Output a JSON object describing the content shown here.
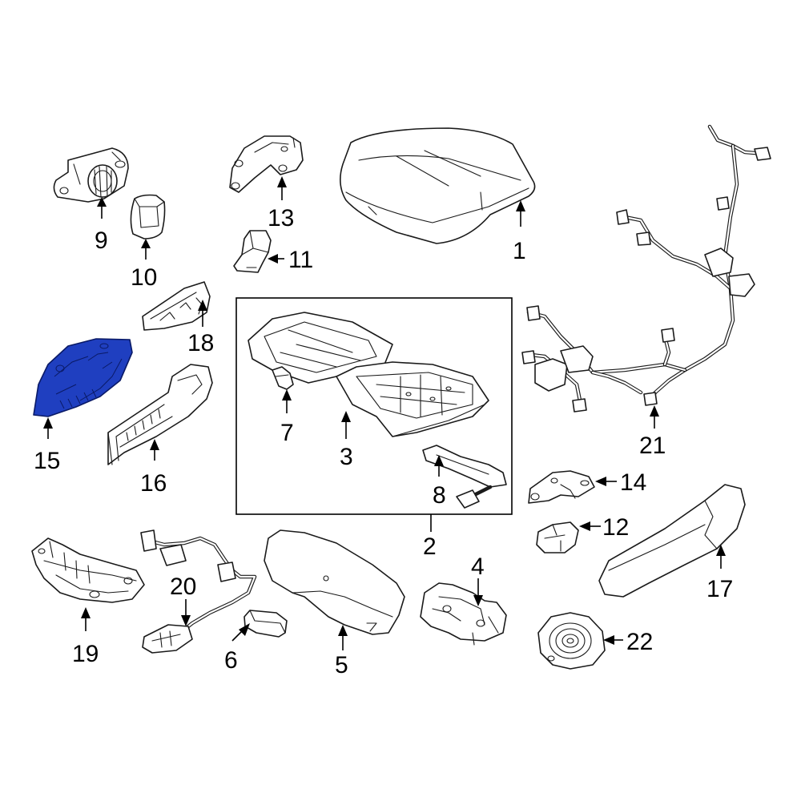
{
  "diagram": {
    "highlight_color": "#1f3fc0",
    "callouts": {
      "c1": "1",
      "c2": "2",
      "c3": "3",
      "c4": "4",
      "c5": "5",
      "c6": "6",
      "c7": "7",
      "c8": "8",
      "c9": "9",
      "c10": "10",
      "c11": "11",
      "c12": "12",
      "c13": "13",
      "c14": "14",
      "c15": "15",
      "c16": "16",
      "c17": "17",
      "c18": "18",
      "c19": "19",
      "c20": "20",
      "c21": "21",
      "c22": "22"
    },
    "highlighted_part": "15"
  }
}
